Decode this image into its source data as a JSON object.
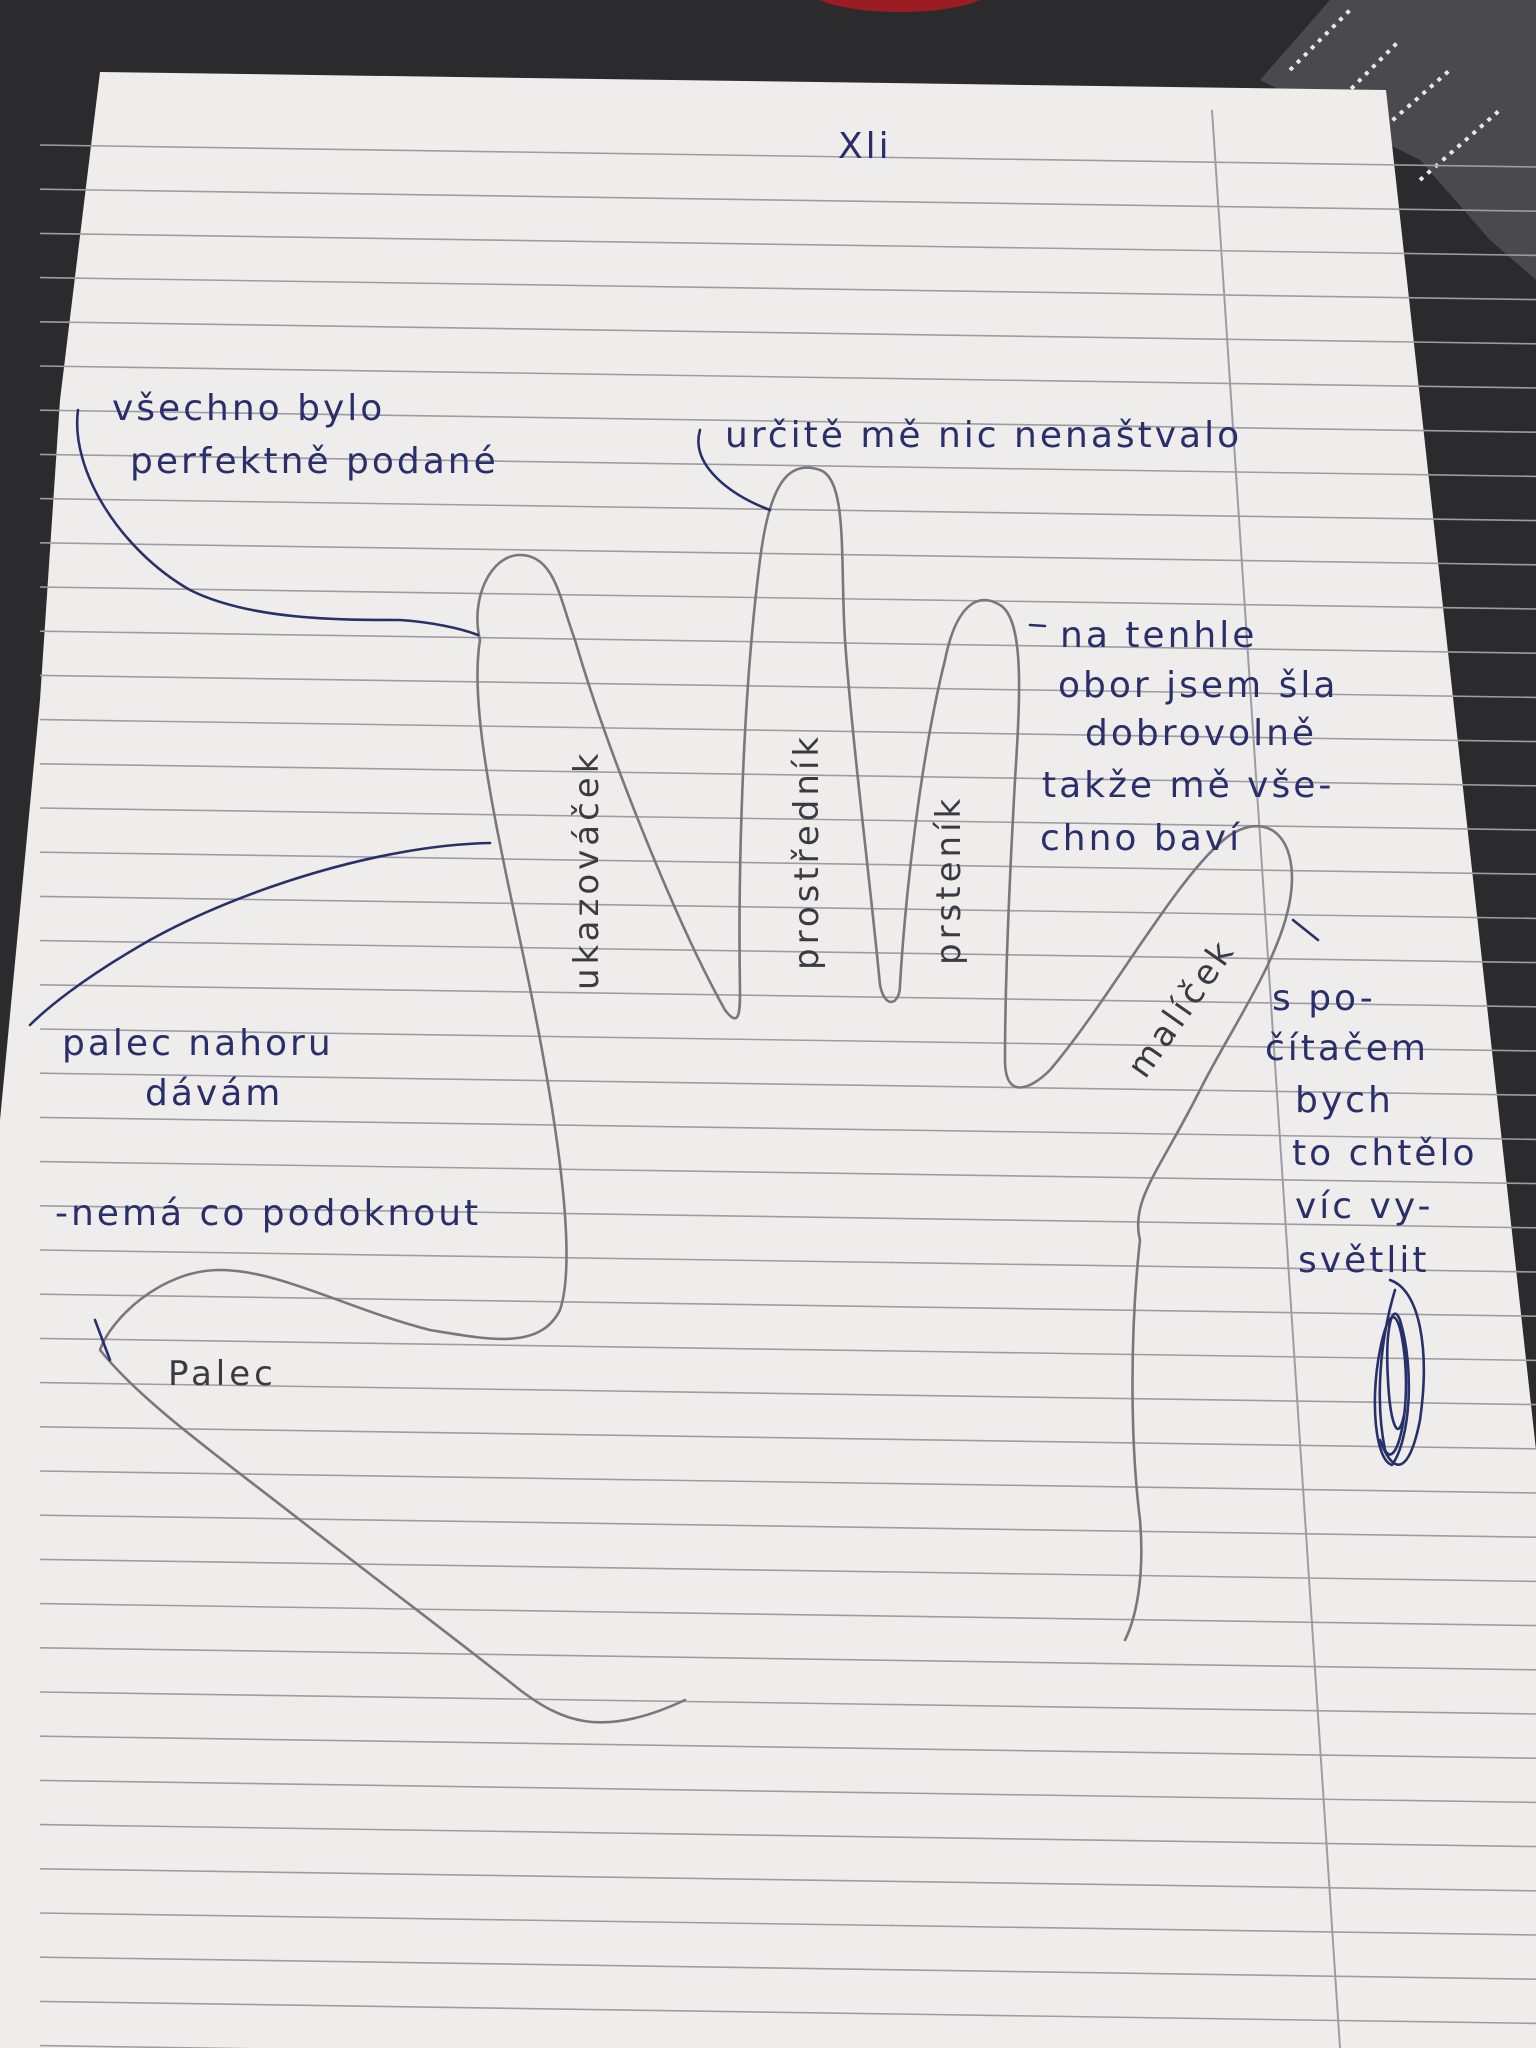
{
  "page": {
    "title": "Xli",
    "paper_color": "#efedeb",
    "line_color": "#9c9ca4",
    "ink_color": "#28306a",
    "pencil_color": "#77777d"
  },
  "notes": {
    "index_note": [
      "všechno bylo",
      "perfektně podané"
    ],
    "middle_note": "určitě mě nic nenaštvalo",
    "ring_note": [
      "na tenhle",
      "obor jsem šla",
      "dobrovolně",
      "takže mě vše-",
      "chno baví"
    ],
    "thumb_note": [
      "palec nahoru",
      "dávám"
    ],
    "thumb_note2": "-nemá co podoknout",
    "pinky_note": [
      "s po-",
      "čítačem",
      "bych",
      "to chtělo",
      "víc vy-",
      "světlit"
    ]
  },
  "fingers": {
    "thumb": "Palec",
    "index": "ukazováček",
    "middle": "prostředník",
    "ring": "prsteník",
    "pinky": "malíček"
  }
}
